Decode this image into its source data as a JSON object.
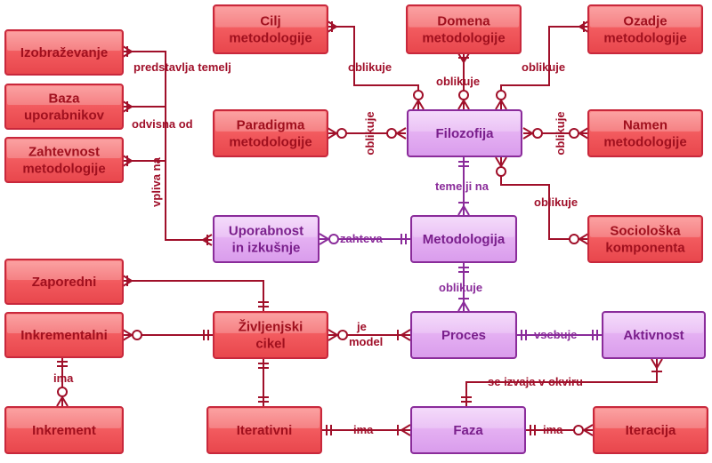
{
  "colors": {
    "red": "#a0102a",
    "purple": "#8a2c9a",
    "red_fill": "#f25a5e",
    "purple_fill": "#e0a8f0"
  },
  "nodes": [
    {
      "id": "cilj",
      "lines": [
        "Cilj",
        "metodologije"
      ],
      "color": "red"
    },
    {
      "id": "domena",
      "lines": [
        "Domena",
        "metodologije"
      ],
      "color": "red"
    },
    {
      "id": "ozadje",
      "lines": [
        "Ozadje",
        "metodologije"
      ],
      "color": "red"
    },
    {
      "id": "izobrazevanje",
      "lines": [
        "Izobraževanje"
      ],
      "color": "red"
    },
    {
      "id": "baza",
      "lines": [
        "Baza",
        "uporabnikov"
      ],
      "color": "red"
    },
    {
      "id": "paradigma",
      "lines": [
        "Paradigma",
        "metodologije"
      ],
      "color": "red"
    },
    {
      "id": "filozofija",
      "lines": [
        "Filozofija"
      ],
      "color": "purple"
    },
    {
      "id": "namen",
      "lines": [
        "Namen",
        "metodologije"
      ],
      "color": "red"
    },
    {
      "id": "zahtevnost",
      "lines": [
        "Zahtevnost",
        "metodologije"
      ],
      "color": "red"
    },
    {
      "id": "uporabnost",
      "lines": [
        "Uporabnost",
        "in izkušnje"
      ],
      "color": "purple"
    },
    {
      "id": "metodologija",
      "lines": [
        "Metodologija"
      ],
      "color": "purple"
    },
    {
      "id": "socioloska",
      "lines": [
        "Sociološka",
        "komponenta"
      ],
      "color": "red"
    },
    {
      "id": "zaporedni",
      "lines": [
        "Zaporedni"
      ],
      "color": "red"
    },
    {
      "id": "zivljenjski",
      "lines": [
        "Življenjski",
        "cikel"
      ],
      "color": "red"
    },
    {
      "id": "inkrementalni",
      "lines": [
        "Inkrementalni"
      ],
      "color": "red"
    },
    {
      "id": "proces",
      "lines": [
        "Proces"
      ],
      "color": "purple"
    },
    {
      "id": "aktivnost",
      "lines": [
        "Aktivnost"
      ],
      "color": "purple"
    },
    {
      "id": "inkrement",
      "lines": [
        "Inkrement"
      ],
      "color": "red"
    },
    {
      "id": "iterativni",
      "lines": [
        "Iterativni"
      ],
      "color": "red"
    },
    {
      "id": "faza",
      "lines": [
        "Faza"
      ],
      "color": "purple"
    },
    {
      "id": "iteracija",
      "lines": [
        "Iteracija"
      ],
      "color": "red"
    }
  ],
  "edge_labels": {
    "cilj_oblikuje": "oblikuje",
    "domena_oblikuje": "oblikuje",
    "ozadje_oblikuje": "oblikuje",
    "paradigma_oblikuje": "oblikuje",
    "namen_oblikuje": "oblikuje",
    "socioloska_oblikuje": "oblikuje",
    "predstavlja_temelj": "predstavlja temelj",
    "odvisna_od": "odvisna od",
    "vpliva_na": "vpliva na",
    "temelji_na": "temelji na",
    "zahteva": "zahteva",
    "proces_oblikuje": "oblikuje",
    "je_model_1": "je",
    "je_model_2": "model",
    "vsebuje": "vsebuje",
    "se_izvaja": "se izvaja v okviru",
    "ima_inkrement": "ima",
    "ima_faza": "ima",
    "ima_iteracija": "ima"
  }
}
